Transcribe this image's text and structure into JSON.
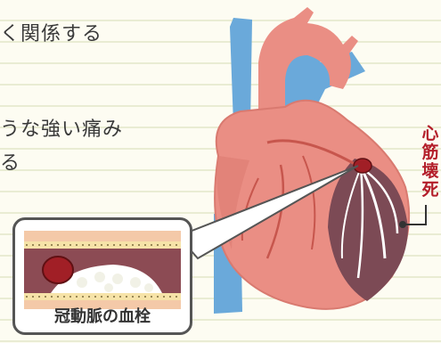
{
  "lines": [
    "く関係する",
    "うな強い痛み",
    "る"
  ],
  "side_label_chars": [
    "心",
    "筋",
    "壊",
    "死"
  ],
  "inset_caption": "冠動脈の血栓",
  "colors": {
    "heart": "#ea8e84",
    "artery_blue": "#6aa9da",
    "necrosis": "#7c4a55",
    "clot": "#a11f26",
    "label_red": "#b31e2a"
  },
  "icons": [
    "heart-illustration",
    "blood-clot-icon",
    "artery-cross-section"
  ]
}
